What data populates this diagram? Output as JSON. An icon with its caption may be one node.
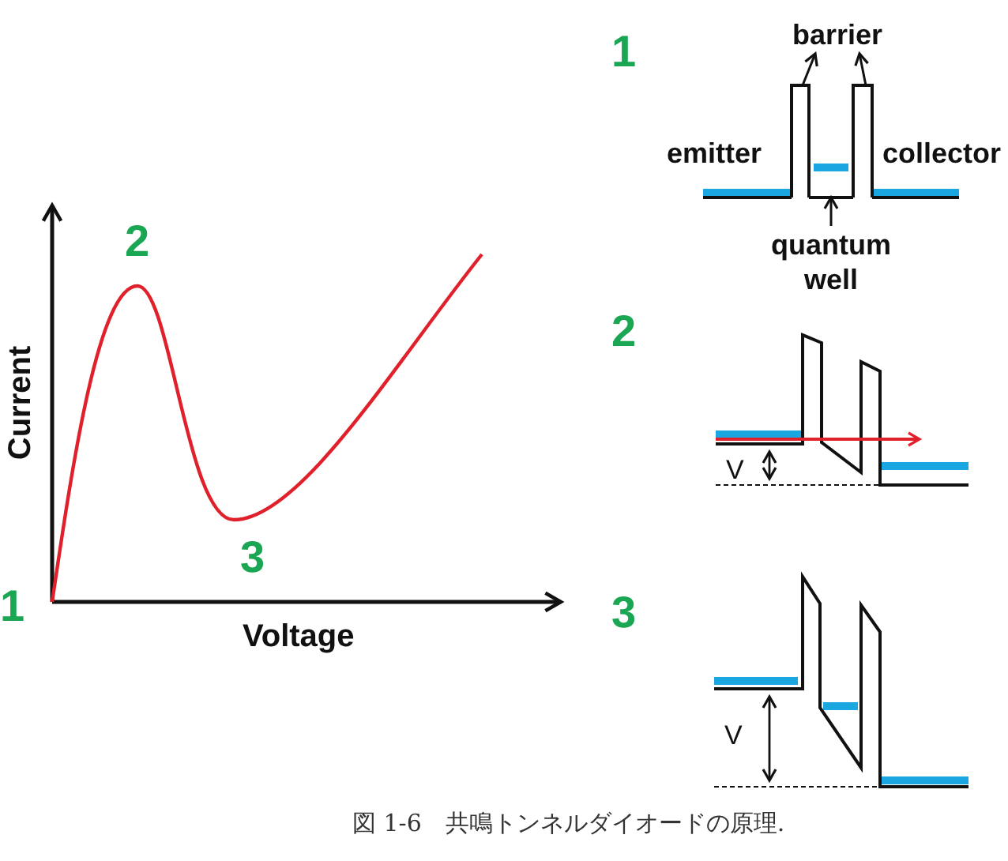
{
  "diagram": {
    "caption": "図 1-6　共鳴トンネルダイオードの原理.",
    "nodes": [
      {
        "text": [
          "barrier"
        ]
      },
      {
        "text": [
          "quantum well"
        ]
      },
      {
        "text": [],
        "shape": "bar"
      },
      {
        "text": [],
        "shape": "bar"
      },
      {
        "text": [],
        "shape": "box"
      }
    ],
    "edges": [
      {
        "from": 2,
        "to": 0,
        "arrow": "to"
      },
      {
        "from": 3,
        "to": 0,
        "arrow": "to"
      },
      {
        "from": 1,
        "to": 4,
        "arrow": "to"
      }
    ],
    "labels": [
      "1",
      "emitter",
      "collector",
      "2",
      "Current",
      "2",
      "V",
      "3",
      "1",
      "Voltage",
      "3",
      "V"
    ]
  }
}
